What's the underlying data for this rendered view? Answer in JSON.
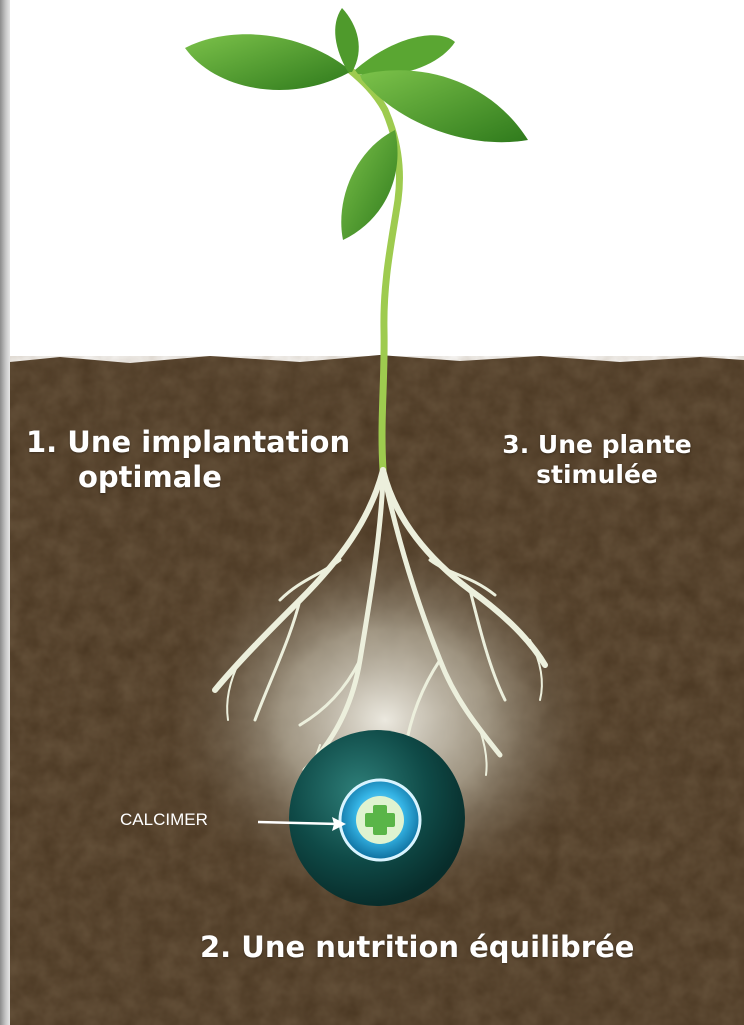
{
  "labels": {
    "implantation_line1": "1. Une implantation",
    "implantation_line2": "optimale",
    "plante_line1": "3. Une plante",
    "plante_line2": "stimulée",
    "nutrition": "2. Une nutrition équilibrée",
    "calcimer": "CALCIMER"
  },
  "colors": {
    "soil": "#4a3722",
    "leaf": "#4f9a2c",
    "stem": "#9ecb4f",
    "root": "#ecefdc",
    "granule": "#0f4a47",
    "granule_core": "#35b4e5"
  },
  "icons": {
    "granule_symbol": "plus-cross-icon"
  }
}
